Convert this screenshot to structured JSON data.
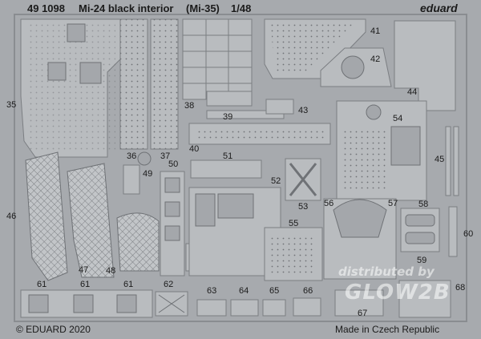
{
  "header": {
    "set_number": "49 1098",
    "title": "Mi-24 black interior",
    "subtitle": "(Mi-35)",
    "scale": "1/48",
    "brand": "eduard"
  },
  "footer": {
    "copyright": "© EDUARD 2020",
    "origin": "Made in Czech Republic"
  },
  "watermark": {
    "line1": "distributed by",
    "line2": "GLOW2B"
  },
  "part_numbers": {
    "p35": "35",
    "p36": "36",
    "p37": "37",
    "p38": "38",
    "p39": "39",
    "p40": "40",
    "p41": "41",
    "p42": "42",
    "p43": "43",
    "p44": "44",
    "p45": "45",
    "p46": "46",
    "p47": "47",
    "p48": "48",
    "p49": "49",
    "p50": "50",
    "p51": "51",
    "p52": "52",
    "p53": "53",
    "p54": "54",
    "p55": "55",
    "p56": "56",
    "p57": "57",
    "p58": "58",
    "p59": "59",
    "p60": "60",
    "p61a": "61",
    "p61b": "61",
    "p61c": "61",
    "p62": "62",
    "p63": "63",
    "p64": "64",
    "p65": "65",
    "p66": "66",
    "p67": "67",
    "p68": "68"
  },
  "colors": {
    "fret": "#a7aaae",
    "part": "#b8bbbe",
    "outline": "#7b7e82",
    "text": "#1b1b1b"
  }
}
